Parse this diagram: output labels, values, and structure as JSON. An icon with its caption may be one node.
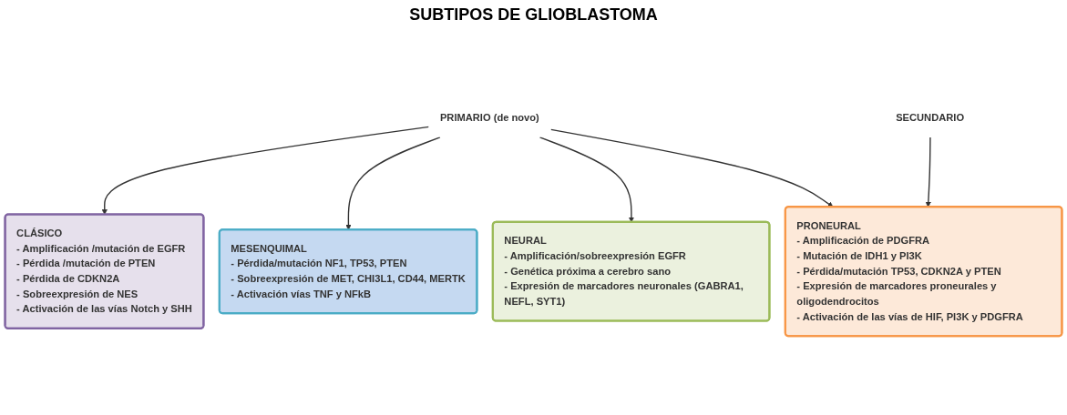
{
  "diagram": {
    "title": "SUBTIPOS DE GLIOBLASTOMA",
    "nodes": [
      {
        "text": [
          "PRIMARIO (de novo)"
        ]
      },
      {
        "text": [
          "SECUNDARIO"
        ]
      },
      {
        "text": [
          "CLÁSICO",
          "- Amplificación /mutación de EGFR",
          "- Pérdida /mutación de PTEN",
          "- Pérdida de CDKN2A",
          "- Sobreexpresión de NES",
          "- Activación de las vías Notch y SHH"
        ]
      },
      {
        "text": [
          "MESENQUIMAL",
          "- Pérdida/mutación NF1, TP53, PTEN",
          "- Sobreexpresión de MET, CHI3L1, CD44, MERTK",
          "- Activación vías TNF y NFkB"
        ]
      },
      {
        "text": [
          "NEURAL",
          "- Amplificación/sobreexpresión EGFR",
          "- Genética próxima a cerebro sano",
          "- Expresión de marcadores neuronales (GABRA1, NEFL, SYT1)"
        ]
      },
      {
        "text": [
          "PRONEURAL",
          "- Amplificación de PDGFRA",
          "- Mutación de IDH1 y PI3K",
          "- Pérdida/mutación TP53, CDKN2A y PTEN",
          "- Expresión de marcadores proneurales y oligodendrocitos",
          "- Activación de las vías de HIF, PI3K y PDGFRA"
        ]
      }
    ],
    "edges": [
      {
        "from": 0,
        "to": 2,
        "arrow": "to"
      },
      {
        "from": 0,
        "to": 3,
        "arrow": "to"
      },
      {
        "from": 0,
        "to": 4,
        "arrow": "to"
      },
      {
        "from": 0,
        "to": 5,
        "arrow": "to"
      },
      {
        "from": 1,
        "to": 5,
        "arrow": "to"
      }
    ]
  }
}
